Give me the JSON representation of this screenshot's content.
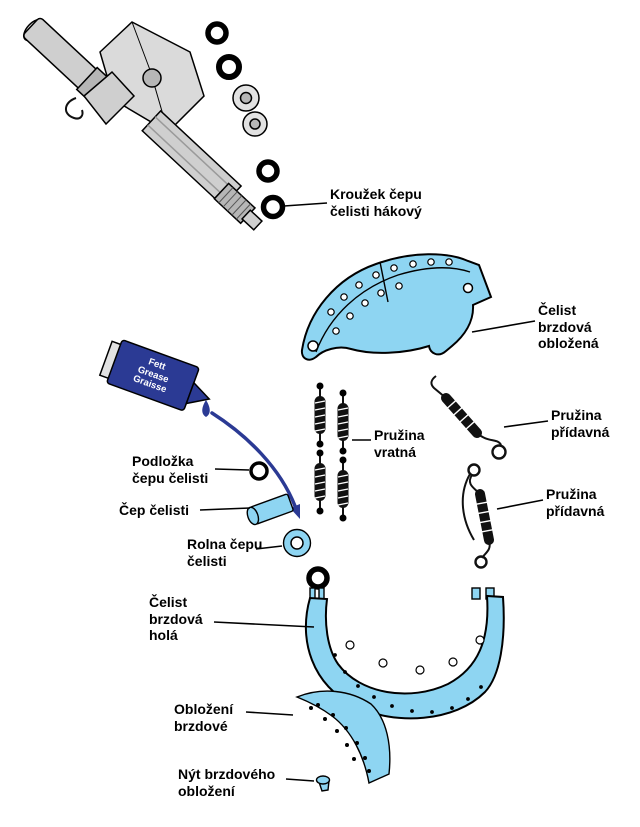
{
  "colors": {
    "part_blue": "#8ed5f2",
    "bottle_blue": "#2b3a94",
    "arrow_blue": "#2b3a94",
    "metal_gray": "#cfcfcf",
    "outline": "#000000"
  },
  "bottle": {
    "label": "Fett\nGrease\nGraisse"
  },
  "callouts": {
    "ring_hook": "Kroužek čepu\nčelisti hákový",
    "shoe_lined": "Čelist\nbrzdová\nobložená",
    "spring_return": "Pružina\nvratná",
    "spring_aux_upper": "Pružina\npřídavná",
    "spring_aux_lower": "Pružina\npřídavná",
    "washer": "Podložka\nčepu čelisti",
    "pin": "Čep čelisti",
    "roller": "Rolna čepu\nčelisti",
    "shoe_bare": "Čelist\nbrzdová\nholá",
    "lining": "Obložení\nbrzdové",
    "rivet": "Nýt brzdového\nobložení"
  }
}
